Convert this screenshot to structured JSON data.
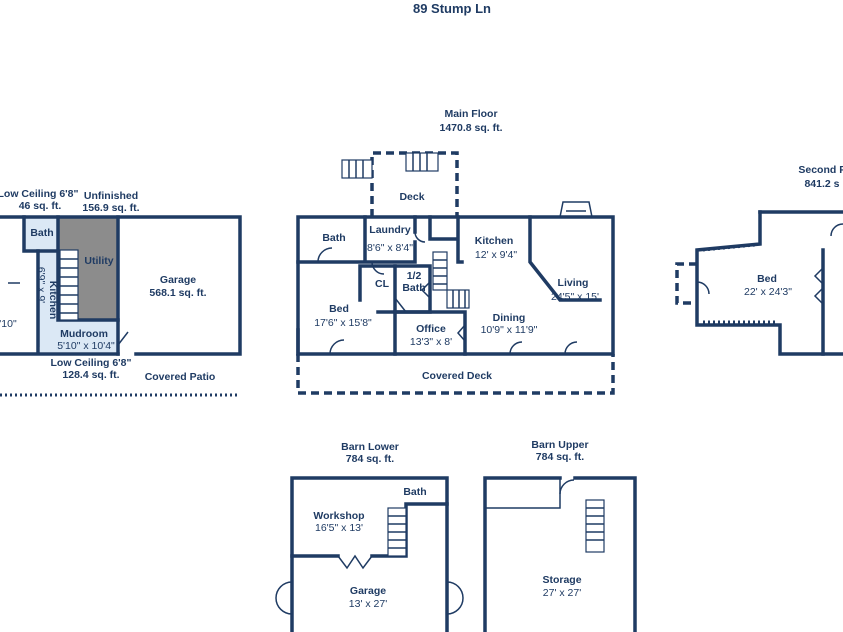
{
  "title": "89 Stump Ln",
  "floors": {
    "main": {
      "name": "Main Floor",
      "area": "1470.8 sq. ft."
    },
    "second": {
      "name": "Second F",
      "area": "841.2 s"
    },
    "barn_lower": {
      "name": "Barn Lower",
      "area": "784 sq. ft."
    },
    "barn_upper": {
      "name": "Barn Upper",
      "area": "784 sq. ft."
    }
  },
  "rooms": {
    "low_ceiling_1": {
      "name": "Low Ceiling 6'8\"",
      "area": "46 sq. ft."
    },
    "unfinished": {
      "name": "Unfinished",
      "area": "156.9 sq. ft."
    },
    "lower_bath": {
      "name": "Bath"
    },
    "utility": {
      "name": "Utility"
    },
    "lower_kitchen": {
      "name": "Kitchen",
      "dims": "6'9\" x 9'"
    },
    "partial_dim": {
      "dims": "'10\""
    },
    "mudroom": {
      "name": "Mudroom",
      "dims": "5'10\" x 10'4\""
    },
    "low_ceiling_2": {
      "name": "Low Ceiling 6'8\"",
      "area": "128.4 sq. ft."
    },
    "garage": {
      "name": "Garage",
      "area": "568.1 sq. ft."
    },
    "covered_patio": {
      "name": "Covered Patio"
    },
    "deck": {
      "name": "Deck"
    },
    "main_bath": {
      "name": "Bath"
    },
    "laundry": {
      "name": "Laundry",
      "dims": "8'6\" x 8'4\""
    },
    "main_kitchen": {
      "name": "Kitchen",
      "dims": "12' x 9'4\""
    },
    "cl": {
      "name": "CL"
    },
    "half_bath": {
      "name": "1/2",
      "name2": "Bath"
    },
    "main_bed": {
      "name": "Bed",
      "dims": "17'6\" x 15'8\""
    },
    "office": {
      "name": "Office",
      "dims": "13'3\" x 8'"
    },
    "dining": {
      "name": "Dining",
      "dims": "10'9\" x 11'9\""
    },
    "living": {
      "name": "Living",
      "dims": "24'5\" x 15'"
    },
    "covered_deck": {
      "name": "Covered Deck"
    },
    "upper_bed": {
      "name": "Bed",
      "dims": "22' x 24'3\""
    },
    "workshop": {
      "name": "Workshop",
      "dims": "16'5\" x 13'"
    },
    "barn_bath": {
      "name": "Bath"
    },
    "barn_garage": {
      "name": "Garage",
      "dims": "13' x 27'"
    },
    "storage": {
      "name": "Storage",
      "dims": "27' x 27'"
    }
  },
  "colors": {
    "wall": "#1f3b63",
    "utility_fill": "#8c8c8c",
    "light_fill": "#dbe8f5"
  }
}
